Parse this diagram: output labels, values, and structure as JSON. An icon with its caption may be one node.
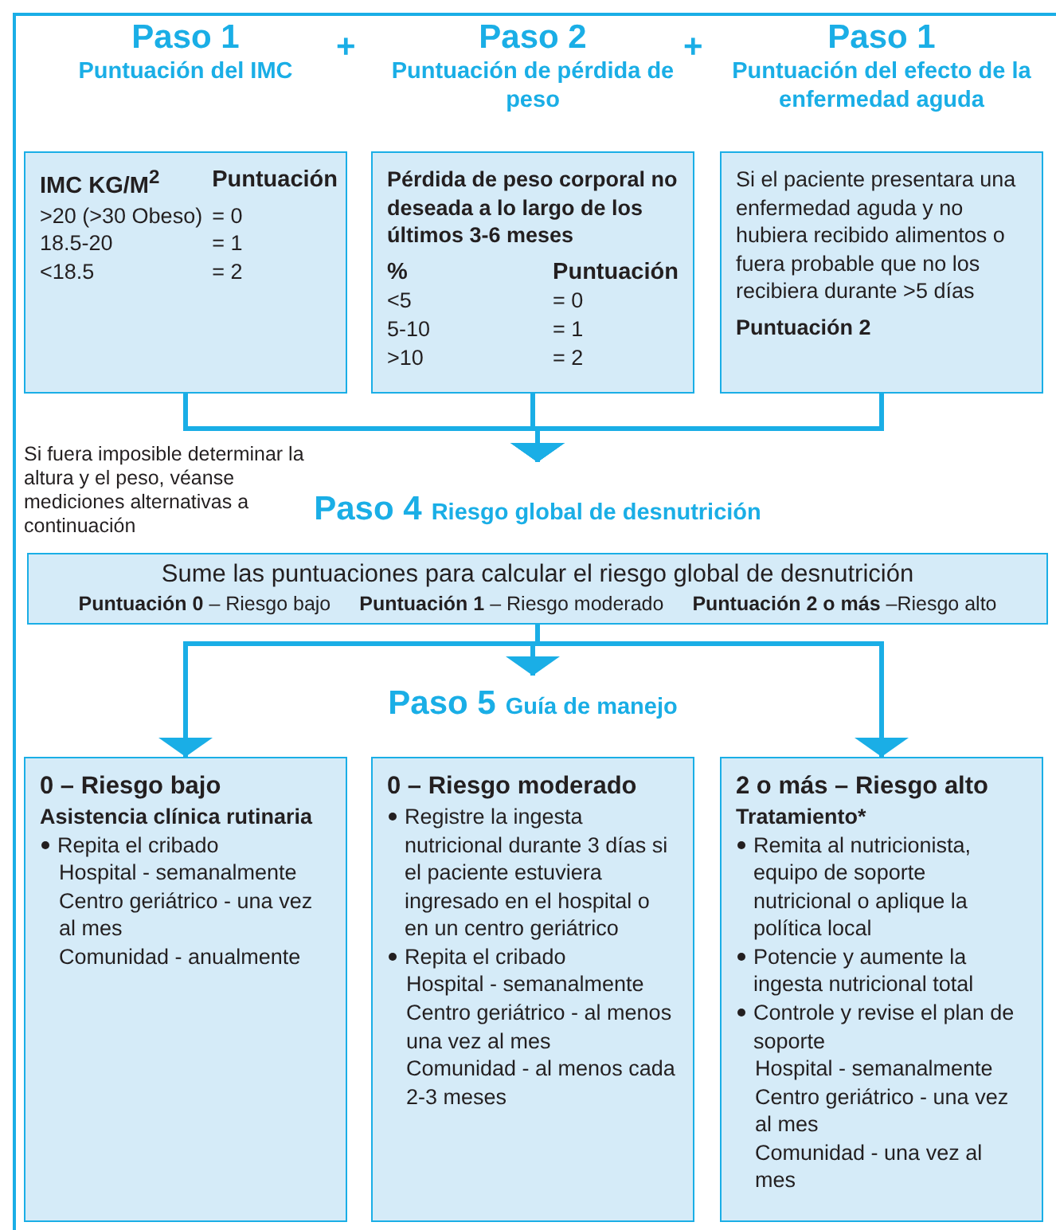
{
  "diagram": {
    "nodes": [
      {
        "text": [
          "Paso 1",
          "Puntuación del IMC",
          "IMC KG/M$^{2}$",
          "Puntuación",
          ">20 (>30 Obeso)",
          "= 0",
          "18.5-20",
          "= 1",
          "<18.5",
          "= 2"
        ]
      },
      {
        "text": [
          "Paso 2",
          "Puntuación de pérdida de peso",
          "Pérdida de peso corporal no deseada a lo largo de los últimos 3-6 meses",
          "%",
          "Puntuación",
          "<5",
          "= 0",
          "5-10",
          "= 1",
          ">10",
          "= 2"
        ]
      },
      {
        "text": [
          "Paso 1",
          "Puntuación del efecto de la enfermedad aguda",
          "Si el paciente presentara una enfermedad aguda y no hubiera recibido alimentos o fuera probable que no los recibiera durante >5 días",
          "Puntuación 2"
        ]
      },
      {
        "text": [
          "Paso 4",
          "Riesgo global de desnutrición",
          "Sume las puntuaciones para calcular el riesgo global de desnutrición",
          "**Puntuación 0** – Riesgo bajo",
          "**Puntuación 1** – Riesgo moderado",
          "**Puntuación 2 o más** –Riesgo alto"
        ]
      },
      {
        "text": [
          "0 – Riesgo bajo",
          "Asistencia clínica rutinaria",
          "Repita el cribado",
          "Hospital - semanalmente",
          "Centro geriátrico - una vez al mes",
          "Comunidad - anualmente"
        ]
      },
      {
        "text": [
          "Paso 5",
          "Guía de manejo",
          "0 – Riesgo moderado",
          "Registre la ingesta nutricional durante 3 días si el paciente estuviera ingresado en el hospital o en un centro geriátrico",
          "Repita el cribado",
          "Hospital - semanalmente",
          "Centro geriátrico - al menos una vez al mes",
          "Comunidad - al menos cada 2-3 meses"
        ]
      },
      {
        "text": [
          "2 o más – Riesgo alto",
          "Tratamiento*",
          "Remita al nutricionista, equipo de soporte nutricional o aplique la política local",
          "Potencie y aumente la ingesta nutricional total",
          "Controle y revise el plan de soporte",
          "Hospital - semanalmente",
          "Centro geriátrico - una vez al mes",
          "Comunidad - una vez al mes"
        ]
      }
    ],
    "edges": [
      {
        "from": 0,
        "to": 3,
        "arrow": "to"
      },
      {
        "from": 1,
        "to": 3,
        "arrow": "to"
      },
      {
        "from": 2,
        "to": 3,
        "arrow": "to"
      },
      {
        "from": 3,
        "to": 4,
        "arrow": "to"
      },
      {
        "from": 3,
        "to": 5,
        "arrow": "to"
      },
      {
        "from": 3,
        "to": 6,
        "arrow": "to"
      }
    ],
    "labels": [
      "+",
      "+",
      "Si fuera imposible determinar la altura y el peso, véanse mediciones alternativas a continuación"
    ]
  }
}
